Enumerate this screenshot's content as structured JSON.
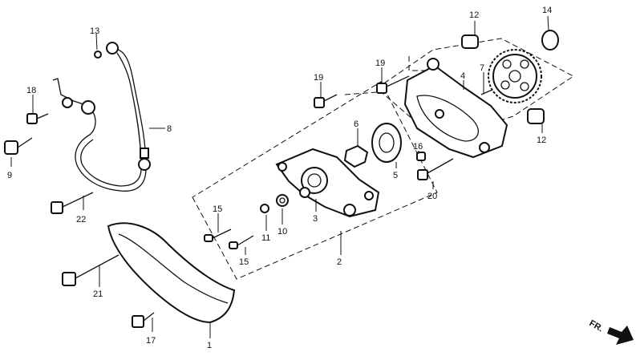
{
  "labels": {
    "p1": "1",
    "p2": "2",
    "p3": "3",
    "p4": "4",
    "p5": "5",
    "p6": "6",
    "p7": "7",
    "p8": "8",
    "p9": "9",
    "p10": "10",
    "p11": "11",
    "p12a": "12",
    "p12b": "12",
    "p13": "13",
    "p14": "14",
    "p15a": "15",
    "p15b": "15",
    "p16": "16",
    "p17": "17",
    "p18": "18",
    "p19a": "19",
    "p19b": "19",
    "p20": "20",
    "p21": "21",
    "p22": "22"
  },
  "direction": {
    "label": "FR."
  }
}
